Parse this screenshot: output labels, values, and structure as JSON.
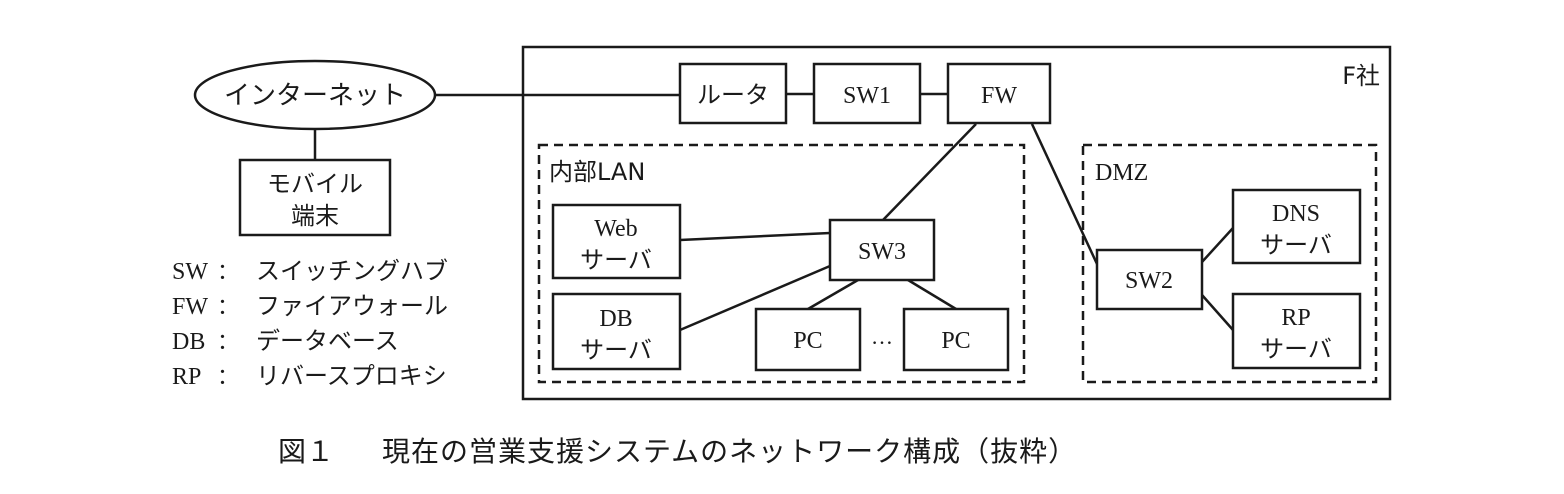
{
  "diagram": {
    "company_label": "F社",
    "internet": {
      "label": "インターネット"
    },
    "mobile": {
      "line1": "モバイル",
      "line2": "端末"
    },
    "top_chain": {
      "router": "ルータ",
      "sw1": "SW1",
      "fw": "FW"
    },
    "internal_lan": {
      "label": "内部LAN",
      "web_server": {
        "line1": "Web",
        "line2": "サーバ"
      },
      "db_server": {
        "line1": "DB",
        "line2": "サーバ"
      },
      "sw3": "SW3",
      "pc1": "PC",
      "pc2": "PC",
      "ellipsis": "…"
    },
    "dmz": {
      "label": "DMZ",
      "sw2": "SW2",
      "dns_server": {
        "line1": "DNS",
        "line2": "サーバ"
      },
      "rp_server": {
        "line1": "RP",
        "line2": "サーバ"
      }
    },
    "legend": [
      {
        "abbr": "SW",
        "sep": "：",
        "meaning": "スイッチングハブ"
      },
      {
        "abbr": "FW",
        "sep": "：",
        "meaning": "ファイアウォール"
      },
      {
        "abbr": "DB",
        "sep": "：",
        "meaning": "データベース"
      },
      {
        "abbr": "RP",
        "sep": "：",
        "meaning": "リバースプロキシ"
      }
    ],
    "caption": {
      "number": "図１",
      "title": "現在の営業支援システムのネットワーク構成（抜粋）"
    }
  }
}
